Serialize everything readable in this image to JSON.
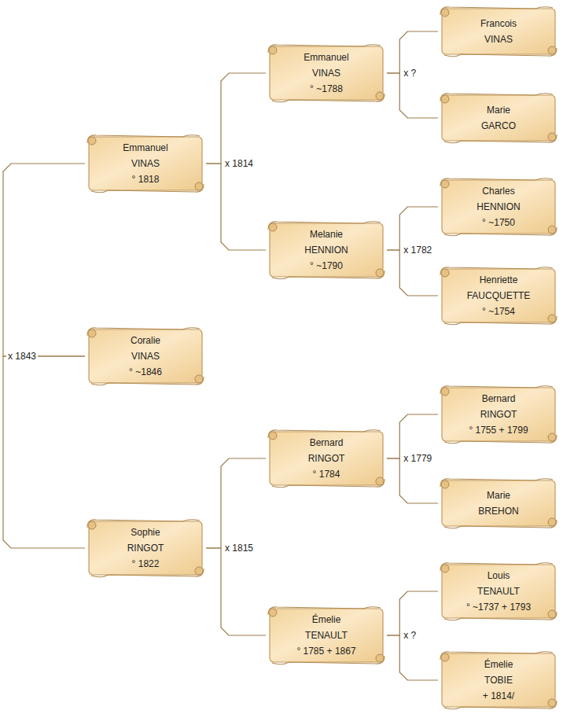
{
  "diagram": {
    "nodes": [
      {
        "text": [
          "Emmanuel",
          "VINAS",
          "° 1818"
        ]
      },
      {
        "text": [
          "Coralie",
          "VINAS",
          "° ~1846"
        ]
      },
      {
        "text": [
          "Sophie",
          "RINGOT",
          "° 1822"
        ]
      },
      {
        "text": [
          "Emmanuel",
          "VINAS",
          "° ~1788"
        ]
      },
      {
        "text": [
          "Melanie",
          "HENNION",
          "° ~1790"
        ]
      },
      {
        "text": [
          "Bernard",
          "RINGOT",
          "° 1784"
        ]
      },
      {
        "text": [
          "Émelie",
          "TENAULT",
          "° 1785 + 1867"
        ]
      },
      {
        "text": [
          "Francois",
          "VINAS"
        ]
      },
      {
        "text": [
          "Marie",
          "GARCO"
        ]
      },
      {
        "text": [
          "Charles",
          "HENNION",
          "° ~1750"
        ]
      },
      {
        "text": [
          "Henriette",
          "FAUCQUETTE",
          "° ~1754"
        ]
      },
      {
        "text": [
          "Bernard",
          "RINGOT",
          "° 1755 + 1799"
        ]
      },
      {
        "text": [
          "Marie",
          "BREHON"
        ]
      },
      {
        "text": [
          "Louis",
          "TENAULT",
          "° ~1737 + 1793"
        ]
      },
      {
        "text": [
          "Émelie",
          "TOBIE",
          "+ 1814/"
        ]
      }
    ],
    "edges": [
      {
        "from": 1,
        "to": 0,
        "arrow": "none",
        "label": "x 1843"
      },
      {
        "from": 1,
        "to": 2,
        "arrow": "none"
      },
      {
        "from": 0,
        "to": 3,
        "arrow": "none",
        "label": "x 1814"
      },
      {
        "from": 0,
        "to": 4,
        "arrow": "none"
      },
      {
        "from": 2,
        "to": 5,
        "arrow": "none",
        "label": "x 1815"
      },
      {
        "from": 2,
        "to": 6,
        "arrow": "none"
      },
      {
        "from": 3,
        "to": 7,
        "arrow": "none",
        "label": "x ?"
      },
      {
        "from": 3,
        "to": 8,
        "arrow": "none"
      },
      {
        "from": 4,
        "to": 9,
        "arrow": "none",
        "label": "x 1782"
      },
      {
        "from": 4,
        "to": 10,
        "arrow": "none"
      },
      {
        "from": 5,
        "to": 11,
        "arrow": "none",
        "label": "x 1779"
      },
      {
        "from": 5,
        "to": 12,
        "arrow": "none"
      },
      {
        "from": 6,
        "to": 13,
        "arrow": "none",
        "label": "x ?"
      },
      {
        "from": 6,
        "to": 14,
        "arrow": "none"
      }
    ]
  }
}
